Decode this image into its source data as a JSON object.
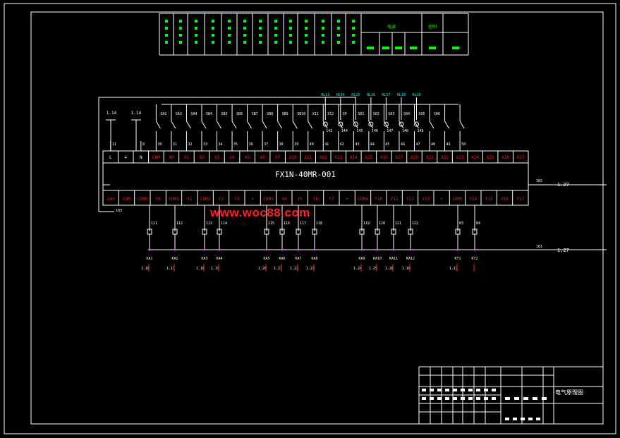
{
  "plc": {
    "model": "FX1N-40MR-001",
    "inputs": [
      "L",
      "⏚",
      "N",
      "COM",
      "X0",
      "X1",
      "X2",
      "X3",
      "X4",
      "X5",
      "X6",
      "X7",
      "X10",
      "X11",
      "X12",
      "X13",
      "X14",
      "X15",
      "X16",
      "X17",
      "X20",
      "X21",
      "X22",
      "X23",
      "X24",
      "X25",
      "X26",
      "X27"
    ],
    "outputs": [
      "24+",
      "COM",
      "COM0",
      "Y0",
      "COM1",
      "Y1",
      "COM2",
      "Y2",
      "Y3",
      "•",
      "COM3",
      "Y4",
      "Y5",
      "Y6",
      "Y7",
      "•",
      "COM4",
      "Y10",
      "Y11",
      "Y12",
      "Y13",
      "•",
      "COM5",
      "Y14",
      "Y15",
      "Y16",
      "Y17"
    ]
  },
  "top_wires": [
    "11",
    "0",
    "30",
    "31",
    "32",
    "33",
    "34",
    "35",
    "36",
    "37",
    "38",
    "39",
    "40",
    "41",
    "42",
    "43",
    "44",
    "45",
    "46",
    "47",
    "48",
    "49",
    "50"
  ],
  "switches": [
    "SA2",
    "SA3",
    "SA4",
    "SB4",
    "SB5",
    "SB6",
    "SB7",
    "SB8",
    "SB9",
    "SB10",
    "X11",
    "X12",
    "SP",
    "S01",
    "S02",
    "S03",
    "S04",
    "S05",
    "S06"
  ],
  "lamps": [
    "HL13",
    "HL14",
    "HL15",
    "HL16",
    "HL17",
    "HL18",
    "HL19"
  ],
  "lamp_nodes": [
    "143",
    "144",
    "145",
    "146",
    "147",
    "148",
    "149"
  ],
  "output_wires": [
    "111",
    "112",
    "113",
    "114",
    "115",
    "116",
    "117",
    "118",
    "119",
    "120",
    "121",
    "122",
    "83",
    "84"
  ],
  "coils": [
    "KA1",
    "KA2",
    "KA3",
    "KA4",
    "KA5",
    "KA6",
    "KA7",
    "KA8",
    "KA9",
    "KA10",
    "KA11",
    "KA12",
    "KT1",
    "KT2"
  ],
  "coil_refs": [
    "1.16",
    "1.17",
    "1.18",
    "1.19",
    "1.20",
    "1.21",
    "1.22",
    "1.23",
    "1.24",
    "1.25",
    "1.26",
    "1.16",
    "1.17"
  ],
  "supply": {
    "left_label": "1.14",
    "left_label2": "1.14",
    "bus_top_label": "102",
    "bus_top_ref": "1.27",
    "bus_bottom_label": "101",
    "bus_bottom_ref": "1.27",
    "wire_103": "103"
  },
  "watermark": "www.woc88.com",
  "title_block": {
    "title": "电气原理图"
  },
  "header_columns": {
    "group_a": "电源",
    "group_b": "控制"
  },
  "colors": {
    "bg": "#000000",
    "line": "#ffffff",
    "green": "#00ff00",
    "red": "#ff2020",
    "magenta": "#ff40ff",
    "cyan": "#00ffff",
    "yellow": "#ffff00"
  }
}
